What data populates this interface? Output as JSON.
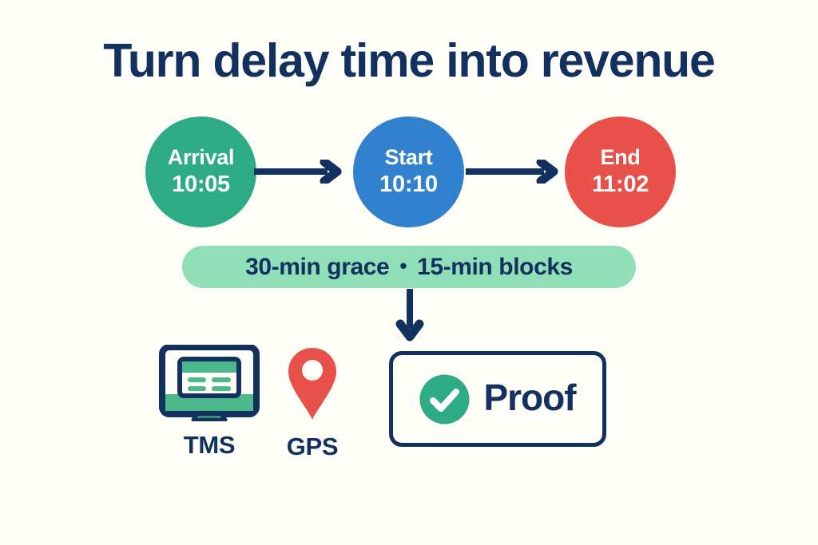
{
  "page": {
    "title": "Turn delay time into revenue",
    "background_color": "#fffdf8",
    "navy": "#12315e"
  },
  "timeline": {
    "nodes": [
      {
        "id": "arrival",
        "label": "Arrival",
        "time": "10:05",
        "color": "#2cab85"
      },
      {
        "id": "start",
        "label": "Start",
        "time": "10:10",
        "color": "#3181ce"
      },
      {
        "id": "end",
        "label": "End",
        "time": "11:02",
        "color": "#e8504a"
      }
    ],
    "connector_color": "#12315e"
  },
  "rule_pill": {
    "left_text": "30-min grace",
    "separator": "•",
    "right_text": "15-min blocks",
    "background_color": "#90dfb9",
    "text_color": "#12315e"
  },
  "sources": [
    {
      "id": "tms",
      "caption": "TMS",
      "icon": "monitor-icon",
      "accent_color": "#4cb98a"
    },
    {
      "id": "gps",
      "caption": "GPS",
      "icon": "map-pin-icon",
      "accent_color": "#e8504a"
    }
  ],
  "proof": {
    "label": "Proof",
    "icon": "check-circle-icon",
    "icon_color": "#2cab85",
    "border_color": "#12315e"
  }
}
